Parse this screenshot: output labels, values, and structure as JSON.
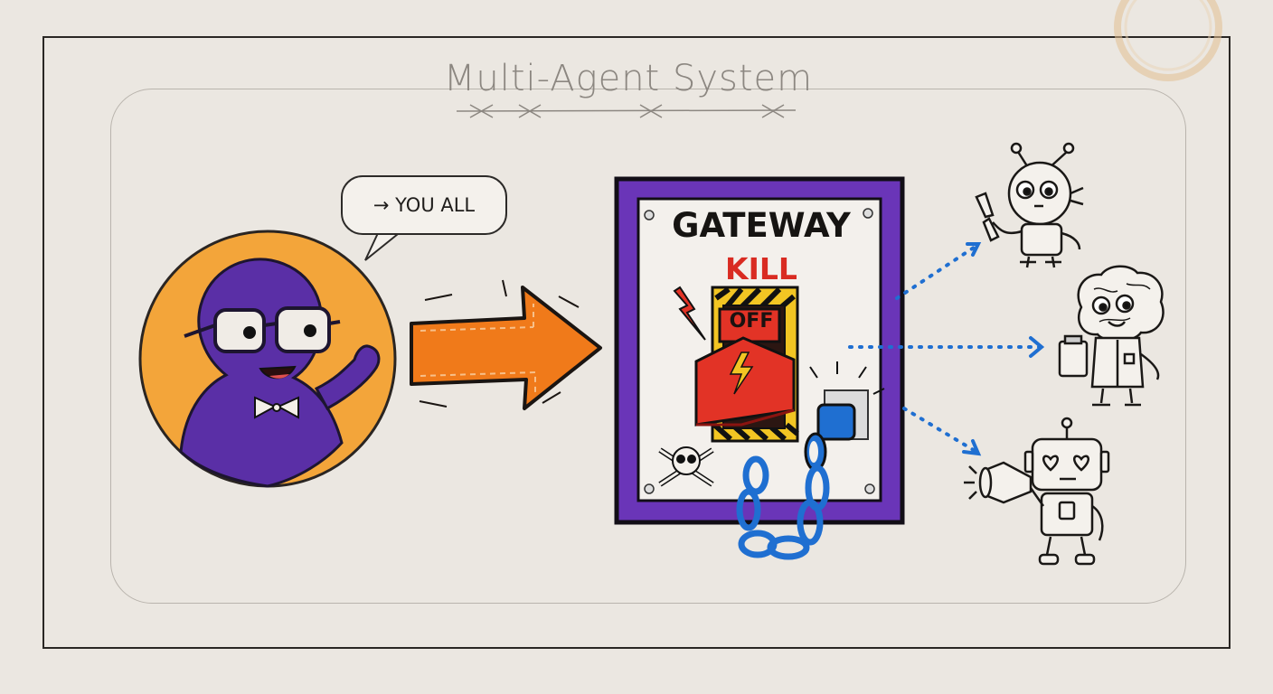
{
  "title": "Multi-Agent System",
  "speech_bubble": {
    "text": "→ YOU ALL"
  },
  "gateway": {
    "title": "GATEWAY",
    "subtitle": "KILL",
    "switch_label": "OFF"
  },
  "colors": {
    "background": "#ebe7e1",
    "user_circle": "#f3a53a",
    "user_body": "#5a2fa6",
    "arrow": "#f07a1a",
    "gateway_frame": "#6a35b8",
    "switch_red": "#e23326",
    "hazard_yellow": "#f2c523",
    "chain_blue": "#1f6fd1",
    "dotted_arrows": "#1f6fd1"
  },
  "icons": [
    "user-avatar",
    "speech-bubble",
    "large-arrow-right",
    "kill-switch-panel",
    "lightning-bolt-icon",
    "skull-crossbones-icon",
    "chain-plug",
    "robot-wrench-agent",
    "brain-scientist-agent",
    "robot-megaphone-agent"
  ]
}
